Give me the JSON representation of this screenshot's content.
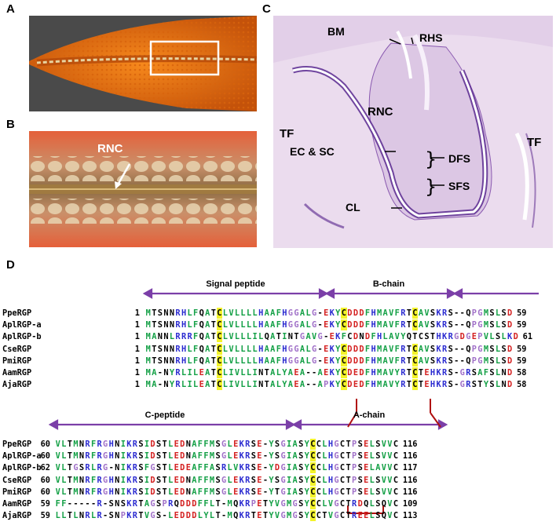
{
  "panels": {
    "a": {
      "label": "A"
    },
    "b": {
      "label": "B",
      "annotation": "RNC"
    },
    "c": {
      "label": "C",
      "annotations": [
        "BM",
        "RHS",
        "RNC",
        "TF",
        "TF",
        "EC & SC",
        "DFS",
        "SFS",
        "CL"
      ]
    },
    "d": {
      "label": "D"
    }
  },
  "domains_top": [
    "Signal peptide",
    "B-chain"
  ],
  "domains_bottom": [
    "C-peptide",
    "A-chain"
  ],
  "block1": [
    {
      "name": "PpeRGP",
      "start": "1",
      "seq": "MTSNNRHLFQATCLVLLLLHAAFHGGALG-EKYCDDDFHMAVFRTCAVSKRS--QPGMSLSD",
      "end": "59"
    },
    {
      "name": "AplRGP-a",
      "start": "1",
      "seq": "MTSNNRHLFQATCLVLLLLHAAFHGGALG-EKYCDDDFHMAVFRTCAVSKRS--QPGMSLSD",
      "end": "59"
    },
    {
      "name": "AplRGP-b",
      "start": "1",
      "seq": "MANNLRRRFQATCLVLLLILQATINTGAVG-EKFCDNDFHLAVYQTCSTHKRGDGEPVLSLKD",
      "end": "61"
    },
    {
      "name": "CseRGP",
      "start": "1",
      "seq": "MTSNNRHLFQATCLVLLLLHAAFHGGALG-EKYCDDDFHMAVFRTCAVSKRS--QPGMSLSD",
      "end": "59"
    },
    {
      "name": "PmiRGP",
      "start": "1",
      "seq": "MTSNNRHLFQATCLVLLLLHAAFHGGALG-EKYCDDDFHMAVFRTCAVSKRS--QPGMSLSD",
      "end": "59"
    },
    {
      "name": "AamRGP",
      "start": "1",
      "seq": "MA-NYRLILEATCLIVLLINTALYAEA--AEKYCDEDFHMAVYRTCTEHKRS-GRSAFSLND",
      "end": "58"
    },
    {
      "name": "AjaRGP",
      "start": "1",
      "seq": "MA-NYRLILEATCLIVLLINTALYAEA--APKYCDEDFHMAVYRTCTEHKRS-GRSTYSLND",
      "end": "58"
    }
  ],
  "block2": [
    {
      "name": "PpeRGP",
      "start": "60",
      "seq": "VLTMNRFRGHNIKRSIDSTLEDNAFFMSGLEKRSE-YSGIASYCCLHGCTPSELSVVC",
      "end": "116"
    },
    {
      "name": "AplRGP-a",
      "start": "60",
      "seq": "VLTMNRFRGHNIKRSIDSTLEDNAFFMSGLEKRSE-YSGIASYCCLHGCTPSELSVVC",
      "end": "116"
    },
    {
      "name": "AplRGP-b",
      "start": "62",
      "seq": "VLTGSRLRG-NIKRSFGSTLEDEAFFASRLVKRSE-YDGIASYCCLHGCTPSELAVVC",
      "end": "117"
    },
    {
      "name": "CseRGP",
      "start": "60",
      "seq": "VLTMNRFRGHNIKRSIDSTLEDNAFFMSGLEKRSE-YSGIASYCCLHGCTPSELSVVC",
      "end": "116"
    },
    {
      "name": "PmiRGP",
      "start": "60",
      "seq": "VLTMNRFRGHNIKRSIDSTLEDNAFFMSGLEKRSE-YTGIASYCCLHGCTPSELSVVC",
      "end": "116"
    },
    {
      "name": "AamRGP",
      "start": "59",
      "seq": "FF-----R-SNSKRTAGSPRQDDDFFLT-MQKRPETYVGMGSYCCLVGCTRDQLSQVC",
      "end": "109"
    },
    {
      "name": "AjaRGP",
      "start": "59",
      "seq": "LLTLNRLR-SNPKRTVGS-LEDDDLYLT-MQKRTETYVGMGSYCCTVGCTREELSQVC",
      "end": "113"
    }
  ],
  "colors": {
    "acidic": "#d42020",
    "basic": "#2a2ad0",
    "hydrophobic": "#14a046",
    "glyprop": "#a070c8",
    "polar": "#000000",
    "highlight": "#f3f32a",
    "domain_arrow": "#7b3fa8",
    "disulfide": "#b01010"
  }
}
